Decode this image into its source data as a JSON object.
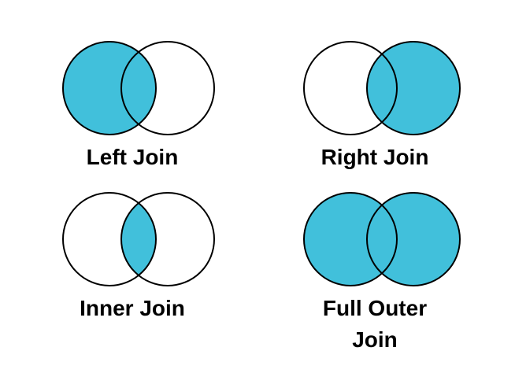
{
  "colors": {
    "fill": "#41C0DB",
    "stroke": "#000000",
    "background": "#FFFFFF"
  },
  "diagrams": [
    {
      "id": "left",
      "label": "Left Join",
      "shaded": [
        "left-only",
        "intersection"
      ]
    },
    {
      "id": "right",
      "label": "Right Join",
      "shaded": [
        "right-only",
        "intersection"
      ]
    },
    {
      "id": "inner",
      "label": "Inner Join",
      "shaded": [
        "intersection"
      ]
    },
    {
      "id": "full",
      "label_lines": [
        "Full Outer",
        "Join"
      ],
      "shaded": [
        "left-only",
        "right-only",
        "intersection"
      ]
    }
  ]
}
